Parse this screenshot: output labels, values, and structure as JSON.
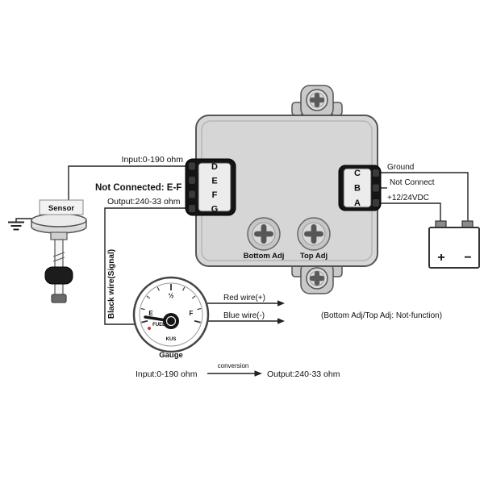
{
  "colors": {
    "wire": "#222222",
    "converter_fill": "#d6d6d6",
    "connector_body": "#141414",
    "low_fuel_dot": "#c0392b"
  },
  "converter": {
    "left_terminals": [
      "D",
      "E",
      "F",
      "G"
    ],
    "right_terminals": [
      "C",
      "B",
      "A"
    ],
    "bottom_adj_label": "Bottom Adj",
    "top_adj_label": "Top Adj",
    "adj_note": "(Bottom Adj/Top Adj: Not-function)"
  },
  "sensor": {
    "label": "Sensor"
  },
  "gauge": {
    "label": "Gauge",
    "face": {
      "empty": "E",
      "half": "½",
      "full": "F",
      "fuel": "FUEL",
      "brand": "KUS"
    }
  },
  "battery": {
    "plus": "+",
    "minus": "−"
  },
  "wires": {
    "input_top": "Input:0-190 ohm",
    "not_connected": "Not Connected: E-F",
    "output": "Output:240-33 ohm",
    "black_signal": "Black wire(Signal)",
    "red": "Red wire(+)",
    "blue": "Blue wire(-)",
    "ground": "Ground",
    "not_connect": "Not Connect",
    "power": "+12/24VDC"
  },
  "conversion": {
    "input": "Input:0-190 ohm",
    "arrow_label": "conversion",
    "output": "Output:240-33 ohm"
  }
}
